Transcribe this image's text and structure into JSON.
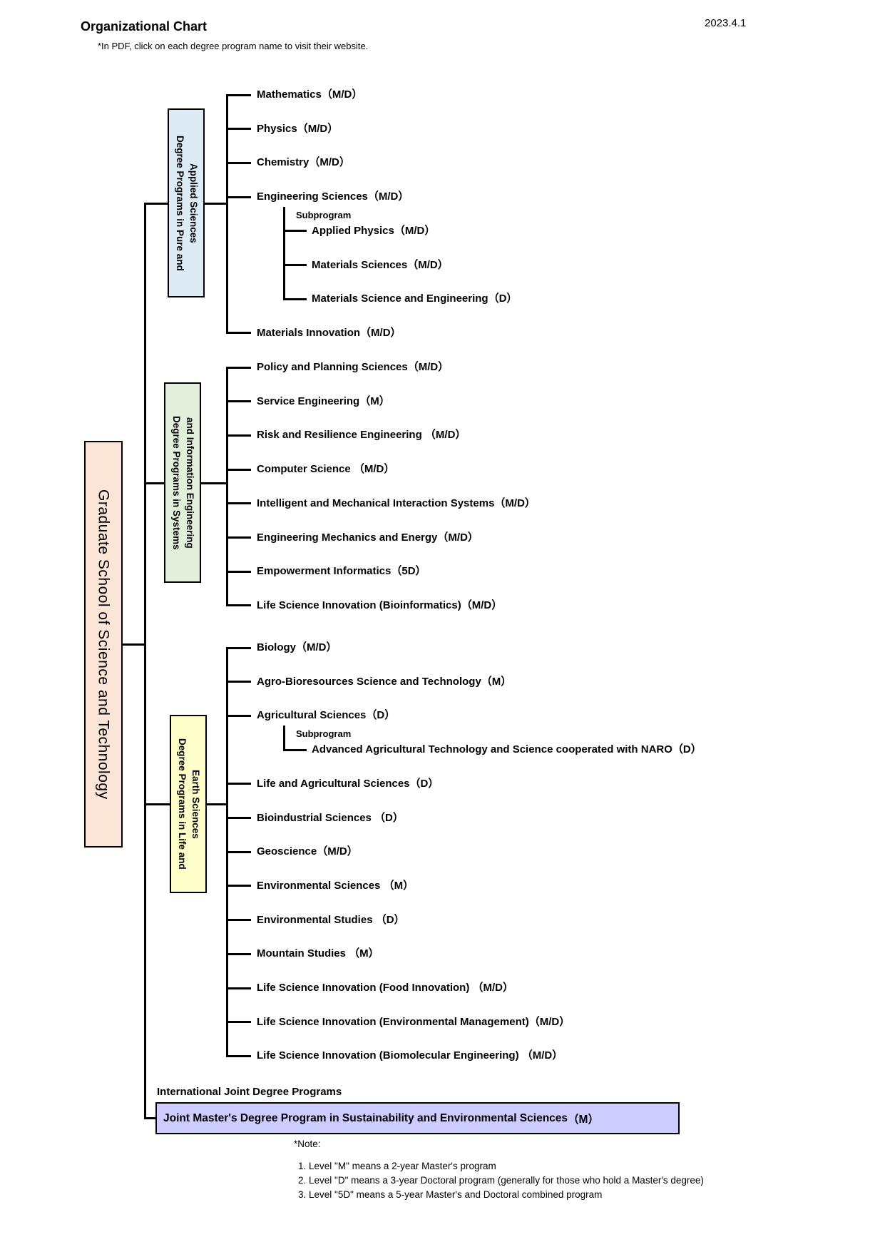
{
  "header": {
    "title": "Organizational Chart",
    "date": "2023.4.1",
    "subtitle": "*In PDF, click on each degree program name to visit their website."
  },
  "root": {
    "label": "Graduate School of Science and Technology",
    "fill": "#FBE5D6"
  },
  "groups": [
    {
      "label_line1": "Degree Programs in Pure and",
      "label_line2": "Applied Sciences",
      "fill": "#DDEBF7",
      "rows": [
        {
          "type": "program",
          "name": "Mathematics",
          "level": "（M/D）"
        },
        {
          "type": "program",
          "name": "Physics",
          "level": "（M/D）"
        },
        {
          "type": "program",
          "name": "Chemistry",
          "level": "（M/D）"
        },
        {
          "type": "program",
          "name": "Engineering Sciences",
          "level": "（M/D）"
        },
        {
          "type": "subheader",
          "label": "Subprogram"
        },
        {
          "type": "subprogram",
          "name": "Applied Physics",
          "level": "（M/D）"
        },
        {
          "type": "subprogram",
          "name": "Materials Sciences",
          "level": "（M/D）"
        },
        {
          "type": "subprogram",
          "name": "Materials Science and Engineering",
          "level": "（D）"
        },
        {
          "type": "program",
          "name": "Materials Innovation",
          "level": "（M/D）"
        }
      ]
    },
    {
      "label_line1": "Degree Programs in Systems",
      "label_line2": "and Information Engineering",
      "fill": "#E2EFDA",
      "rows": [
        {
          "type": "program",
          "name": "Policy and Planning Sciences",
          "level": "（M/D）"
        },
        {
          "type": "program",
          "name": "Service Engineering",
          "level": "（M）"
        },
        {
          "type": "program",
          "name": "Risk and Resilience Engineering",
          "level": " （M/D）"
        },
        {
          "type": "program",
          "name": "Computer Science",
          "level": " （M/D）"
        },
        {
          "type": "program",
          "name": "Intelligent and Mechanical Interaction Systems",
          "level": "（M/D）"
        },
        {
          "type": "program",
          "name": "Engineering Mechanics and Energy",
          "level": "（M/D）"
        },
        {
          "type": "program",
          "name": "Empowerment Informatics",
          "level": "（5D）"
        },
        {
          "type": "program",
          "name": "Life Science Innovation (Bioinformatics)",
          "level": "（M/D）"
        }
      ]
    },
    {
      "label_line1": "Degree Programs in Life and",
      "label_line2": "Earth Sciences",
      "fill": "#FFFFCC",
      "rows": [
        {
          "type": "program",
          "name": "Biology",
          "level": "（M/D）"
        },
        {
          "type": "program",
          "name": "Agro-Bioresources Science and Technology",
          "level": "（M）"
        },
        {
          "type": "program",
          "name": "Agricultural Sciences",
          "level": "（D）"
        },
        {
          "type": "subheader",
          "label": "Subprogram"
        },
        {
          "type": "subprogram",
          "name": "Advanced Agricultural Technology and Science cooperated with NARO",
          "level": "（D）"
        },
        {
          "type": "program",
          "name": "Life and Agricultural Sciences",
          "level": "（D）"
        },
        {
          "type": "program",
          "name": "Bioindustrial Sciences",
          "level": " （D）"
        },
        {
          "type": "program",
          "name": "Geoscience",
          "level": "（M/D）"
        },
        {
          "type": "program",
          "name": "Environmental Sciences",
          "level": " （M）"
        },
        {
          "type": "program",
          "name": "Environmental Studies",
          "level": " （D）"
        },
        {
          "type": "program",
          "name": "Mountain Studies",
          "level": " （M）"
        },
        {
          "type": "program",
          "name": "Life Science Innovation (Food Innovation)",
          "level": " （M/D）"
        },
        {
          "type": "program",
          "name": "Life Science Innovation (Environmental Management)",
          "level": "（M/D）"
        },
        {
          "type": "program",
          "name": "Life Science Innovation (Biomolecular Engineering)",
          "level": " （M/D）"
        }
      ]
    }
  ],
  "international": {
    "heading": "International Joint Degree Programs",
    "program": "Joint Master's Degree Program in Sustainability and Environmental Sciences",
    "level": "（M）",
    "fill": "#CCCCFF"
  },
  "note": {
    "title": "*Note:",
    "items": [
      "1. Level \"M\" means a 2-year Master's program",
      "2. Level \"D\" means a 3-year Doctoral program (generally for those who hold a Master's degree)",
      "3. Level \"5D\" means a 5-year Master's and Doctoral combined program"
    ]
  }
}
